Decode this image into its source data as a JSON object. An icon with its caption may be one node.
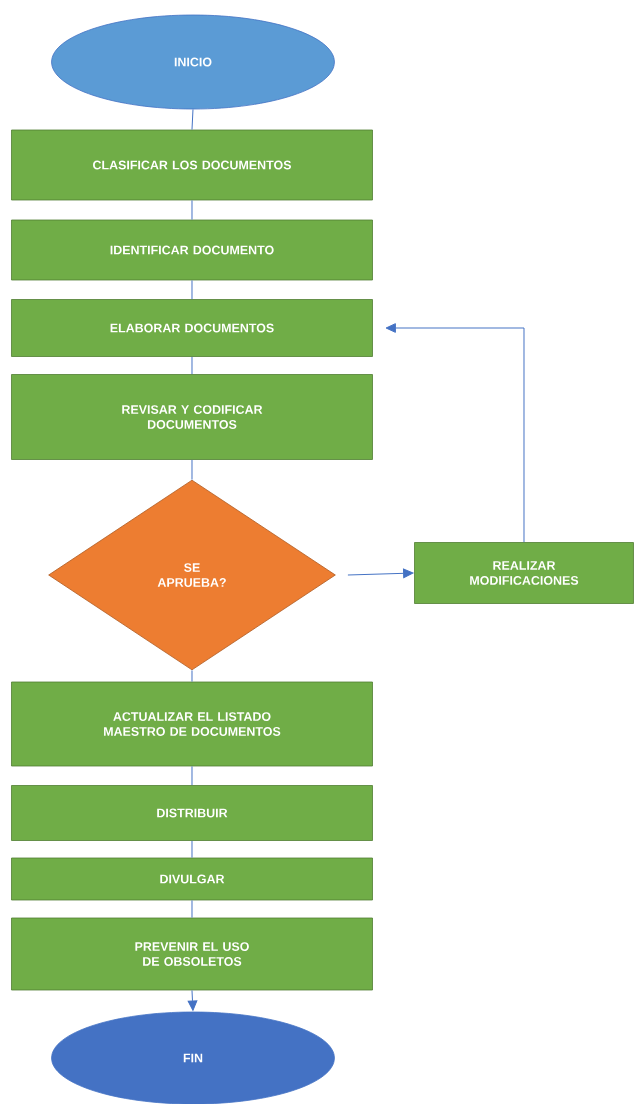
{
  "diagram": {
    "nodes": [
      {
        "text": [
          "INICIO"
        ]
      },
      {
        "text": [
          "CLASIFICAR LOS DOCUMENTOS"
        ]
      },
      {
        "text": [
          "IDENTIFICAR DOCUMENTO"
        ]
      },
      {
        "text": [
          "ELABORAR DOCUMENTOS"
        ]
      },
      {
        "text": [
          "REVISAR Y CODIFICAR DOCUMENTOS"
        ]
      },
      {
        "text": [
          "SE APRUEBA?"
        ]
      },
      {
        "text": [
          "REALIZAR MODIFICACIONES"
        ]
      },
      {
        "text": [
          "ACTUALIZAR EL LISTADO MAESTRO DE DOCUMENTOS"
        ]
      },
      {
        "text": [
          "DISTRIBUIR"
        ]
      },
      {
        "text": [
          "DIVULGAR"
        ]
      },
      {
        "text": [
          "PREVENIR EL USO DE OBSOLETOS"
        ]
      },
      {
        "text": [
          "FIN"
        ]
      }
    ],
    "edges": [
      {
        "from": 0,
        "to": 1,
        "arrow": "none"
      },
      {
        "from": 1,
        "to": 2,
        "arrow": "none"
      },
      {
        "from": 2,
        "to": 3,
        "arrow": "none"
      },
      {
        "from": 3,
        "to": 4,
        "arrow": "none"
      },
      {
        "from": 4,
        "to": 5,
        "arrow": "none"
      },
      {
        "from": 5,
        "to": 6,
        "arrow": "to"
      },
      {
        "from": 6,
        "to": 3,
        "arrow": "to"
      },
      {
        "from": 5,
        "to": 7,
        "arrow": "none"
      },
      {
        "from": 7,
        "to": 8,
        "arrow": "none"
      },
      {
        "from": 8,
        "to": 9,
        "arrow": "none"
      },
      {
        "from": 9,
        "to": 10,
        "arrow": "none"
      },
      {
        "from": 10,
        "to": 11,
        "arrow": "to"
      }
    ]
  }
}
